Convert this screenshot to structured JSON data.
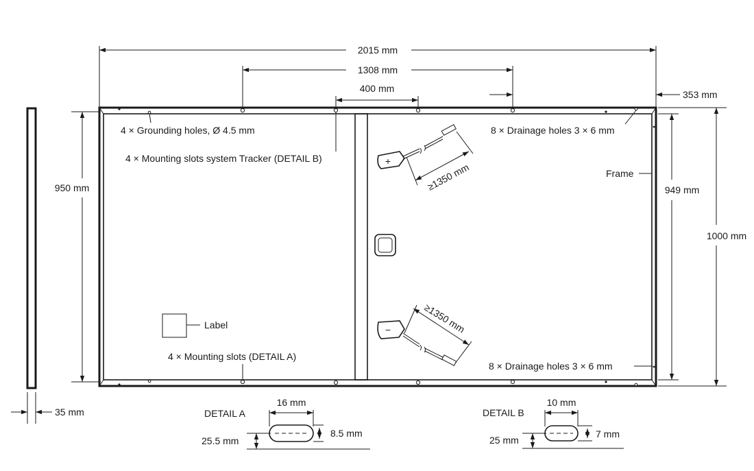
{
  "dimensions": {
    "total_length": "2015 mm",
    "slot_spacing": "1308 mm",
    "tracker_spacing": "400 mm",
    "end_offset": "353 mm",
    "height_left": "950 mm",
    "height_inner": "949 mm",
    "height_total": "1000 mm",
    "thickness": "35 mm",
    "cable_length": "≥1350 mm"
  },
  "callouts": {
    "grounding_holes": "4 × Grounding holes, Ø 4.5 mm",
    "tracker_slots": "4 × Mounting slots system Tracker (DETAIL B)",
    "drainage_top": "8 × Drainage holes 3 × 6 mm",
    "drainage_bottom": "8 × Drainage holes 3 × 6 mm",
    "frame": "Frame",
    "label": "Label",
    "mounting_slots": "4 × Mounting slots (DETAIL A)"
  },
  "detail_a": {
    "title": "DETAIL A",
    "width": "16 mm",
    "slot_height": "8.5 mm",
    "offset": "25.5 mm"
  },
  "detail_b": {
    "title": "DETAIL B",
    "width": "10 mm",
    "slot_height": "7 mm",
    "offset": "25 mm"
  },
  "junction_box": {
    "plus": "+",
    "minus": "−"
  },
  "icons": [
    "arrowhead",
    "junction-box",
    "cable-connector"
  ]
}
